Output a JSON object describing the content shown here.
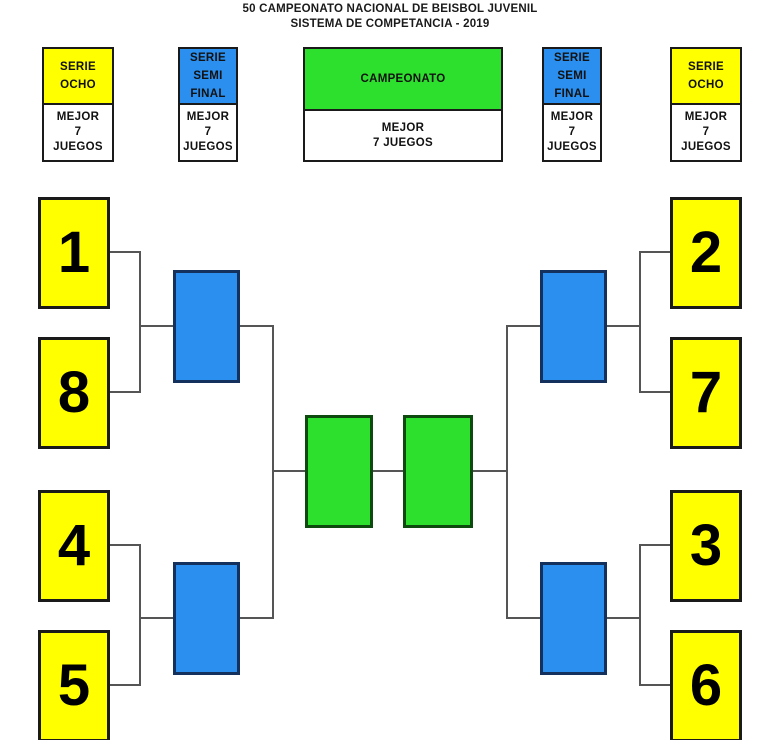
{
  "title": {
    "line1": "50 CAMPEONATO NACIONAL DE BEISBOL JUVENIL",
    "line2": "SISTEMA DE COMPETANCIA - 2019"
  },
  "colors": {
    "seed_yellow": "#ffff00",
    "semifinal_blue": "#2a8fee",
    "championship_green": "#2ee02e",
    "outline": "#1a1a1a",
    "connector": "#555555",
    "text": "#111111"
  },
  "legend": [
    {
      "id": "serie-ocho-left",
      "color": "yellow",
      "head_lines": [
        "SERIE",
        "OCHO"
      ],
      "body_lines": [
        "MEJOR",
        "7",
        "JUEGOS"
      ]
    },
    {
      "id": "serie-semifinal-left",
      "color": "blue",
      "head_lines": [
        "SERIE",
        "SEMI",
        "FINAL"
      ],
      "body_lines": [
        "MEJOR",
        "7",
        "JUEGOS"
      ]
    },
    {
      "id": "campeonato",
      "color": "green",
      "head_lines": [
        "CAMPEONATO"
      ],
      "body_lines": [
        "MEJOR",
        "7 JUEGOS"
      ]
    },
    {
      "id": "serie-semifinal-right",
      "color": "blue",
      "head_lines": [
        "SERIE",
        "SEMI",
        "FINAL"
      ],
      "body_lines": [
        "MEJOR",
        "7",
        "JUEGOS"
      ]
    },
    {
      "id": "serie-ocho-right",
      "color": "yellow",
      "head_lines": [
        "SERIE",
        "OCHO"
      ],
      "body_lines": [
        "MEJOR",
        "7",
        "JUEGOS"
      ]
    }
  ],
  "bracket": {
    "seeds_left_top": [
      "1",
      "8"
    ],
    "seeds_left_bottom": [
      "4",
      "5"
    ],
    "seeds_right_top": [
      "2",
      "7"
    ],
    "seeds_right_bottom": [
      "3",
      "6"
    ],
    "semifinals": [
      {
        "id": "semi-left-top",
        "label": ""
      },
      {
        "id": "semi-left-bottom",
        "label": ""
      },
      {
        "id": "semi-right-top",
        "label": ""
      },
      {
        "id": "semi-right-bottom",
        "label": ""
      }
    ],
    "finals": [
      {
        "id": "final-left",
        "label": ""
      },
      {
        "id": "final-right",
        "label": ""
      }
    ]
  }
}
